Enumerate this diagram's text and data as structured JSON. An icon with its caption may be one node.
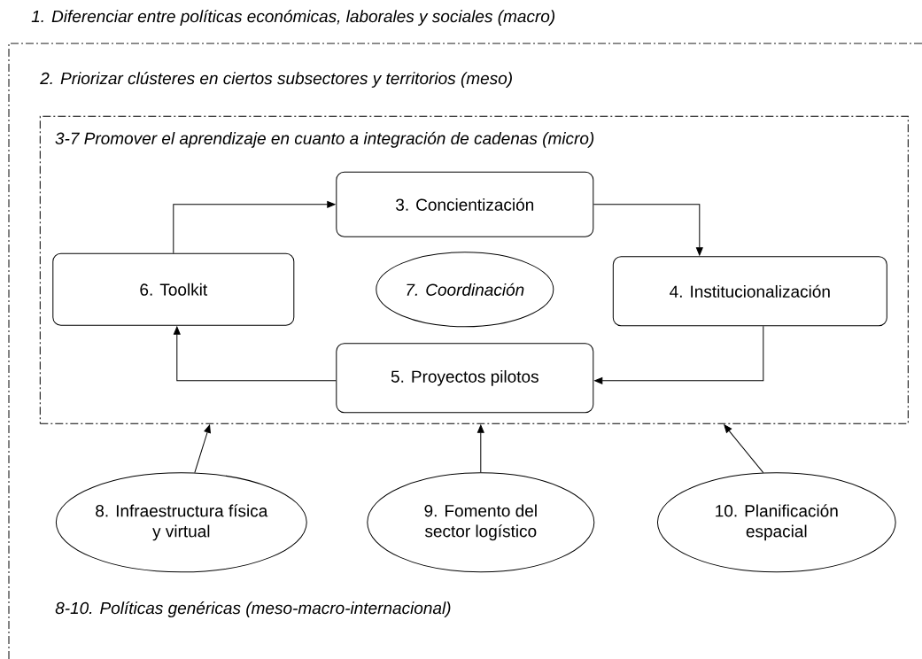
{
  "diagram": {
    "nodes": [
      {
        "text": [
          "1. Diferenciar entre políticas económicas, laborales y sociales (macro)",
          "2. Priorizar clústeres en ciertos subsectores y territorios (meso)",
          "8-10. Políticas genéricas (meso-macro-internacional)"
        ]
      },
      {
        "text": [
          "3-7 Promover el aprendizaje en cuanto a integración de cadenas (micro)"
        ],
        "in": 0
      },
      {
        "text": [
          "3. Concientización"
        ],
        "in": 1
      },
      {
        "text": [
          "6. Toolkit"
        ],
        "in": 1
      },
      {
        "text": [
          "7. Coordinación"
        ],
        "in": 1
      },
      {
        "text": [
          "4. Institucionalización"
        ],
        "in": 1
      },
      {
        "text": [
          "5. Proyectos pilotos"
        ],
        "in": 1
      },
      {
        "text": [
          "8. Infraestructura física y virtual"
        ],
        "in": 0
      },
      {
        "text": [
          "9. Fomento del sector logístico"
        ],
        "in": 0
      },
      {
        "text": [
          "10. Planificación espacial"
        ],
        "in": 0
      }
    ],
    "edges": [
      {
        "from": 3,
        "to": 2,
        "arrow": "to"
      },
      {
        "from": 2,
        "to": 5,
        "arrow": "to"
      },
      {
        "from": 5,
        "to": 6,
        "arrow": "to"
      },
      {
        "from": 6,
        "to": 3,
        "arrow": "to"
      },
      {
        "from": 7,
        "to": 1,
        "arrow": "to"
      },
      {
        "from": 8,
        "to": 1,
        "arrow": "to"
      },
      {
        "from": 9,
        "to": 1,
        "arrow": "to"
      }
    ]
  }
}
